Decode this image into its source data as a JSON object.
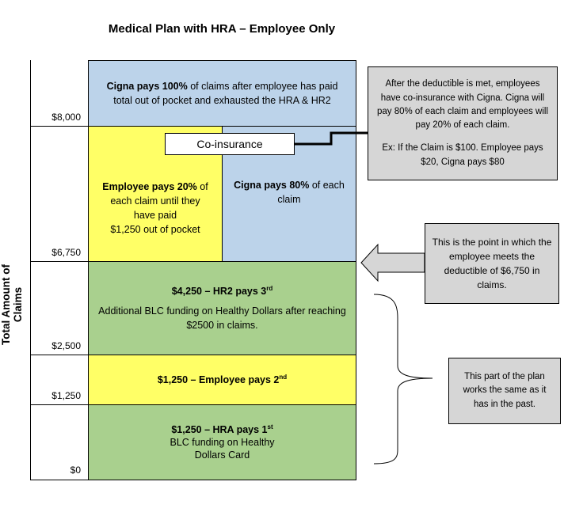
{
  "title": "Medical Plan with HRA – Employee Only",
  "y_axis_label": "Total Amount of Claims",
  "ticks": [
    "$8,000",
    "$6,750",
    "$2,500",
    "$1,250",
    "$0"
  ],
  "blocks": {
    "top": {
      "bold": "Cigna pays 100%",
      "text": " of claims after employee has paid total out of pocket and exhausted the HRA & HR2"
    },
    "employee_coins": {
      "bold": "Employee pays 20%",
      "text1": " of each  claim until they",
      "text2": "have paid",
      "text3": "$1,250 out of pocket"
    },
    "cigna_coins": {
      "bold": "Cigna pays 80%",
      "text": " of each claim"
    },
    "coinsurance_label": "Co-insurance",
    "hr2": {
      "line1": "$4,250 – HR2 pays 3",
      "sup": "rd",
      "line2": "Additional BLC funding on Healthy Dollars after reaching $2500 in  claims."
    },
    "employee2": {
      "line1": "$1,250 – Employee pays 2",
      "sup": "nd"
    },
    "hra": {
      "line1": "$1,250 – HRA pays 1",
      "sup": "st",
      "line2": "BLC funding on Healthy",
      "line3": "Dollars Card"
    }
  },
  "callouts": {
    "coinsurance": {
      "p1": "After the deductible is met, employees have co-insurance with Cigna. Cigna  will pay 80% of each claim and  employees will pay 20% of each claim.",
      "p2": "Ex: If the Claim is $100. Employee pays $20, Cigna pays $80"
    },
    "deductible": "This is the point in which the employee meets the deductible of $6,750 in claims.",
    "past": "This part of the plan works the same as it has in the past."
  },
  "colors": {
    "blue": "#bcd3ea",
    "yellow": "#ffff66",
    "green": "#a9d08e",
    "callout": "#d6d6d6"
  }
}
